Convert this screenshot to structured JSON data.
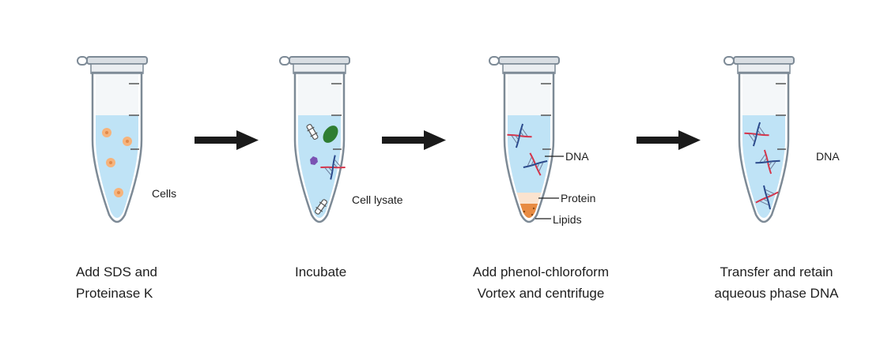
{
  "steps": [
    {
      "caption_line1": "Add SDS and",
      "caption_line2": "Proteinase K",
      "label": "Cells"
    },
    {
      "caption_line1": "Incubate",
      "caption_line2": "",
      "label": "Cell lysate"
    },
    {
      "caption_line1": "Add phenol-chloroform",
      "caption_line2": "Vortex and centrifuge",
      "layers": {
        "dna": "DNA",
        "protein": "Protein",
        "lipids": "Lipids"
      }
    },
    {
      "caption_line1": "Transfer and retain",
      "caption_line2": "aqueous phase DNA",
      "label": "DNA"
    }
  ],
  "colors": {
    "tube_outline": "#9fb3c4",
    "cap": "#d9dee3",
    "liquid": "#bfe3f6",
    "cell": "#f6b37b",
    "protein_layer": "#fbe3cf",
    "lipid_layer": "#e88b43",
    "arrow": "#1a1a1a",
    "dna_red": "#d6344a",
    "dna_blue": "#2b4a8c"
  }
}
